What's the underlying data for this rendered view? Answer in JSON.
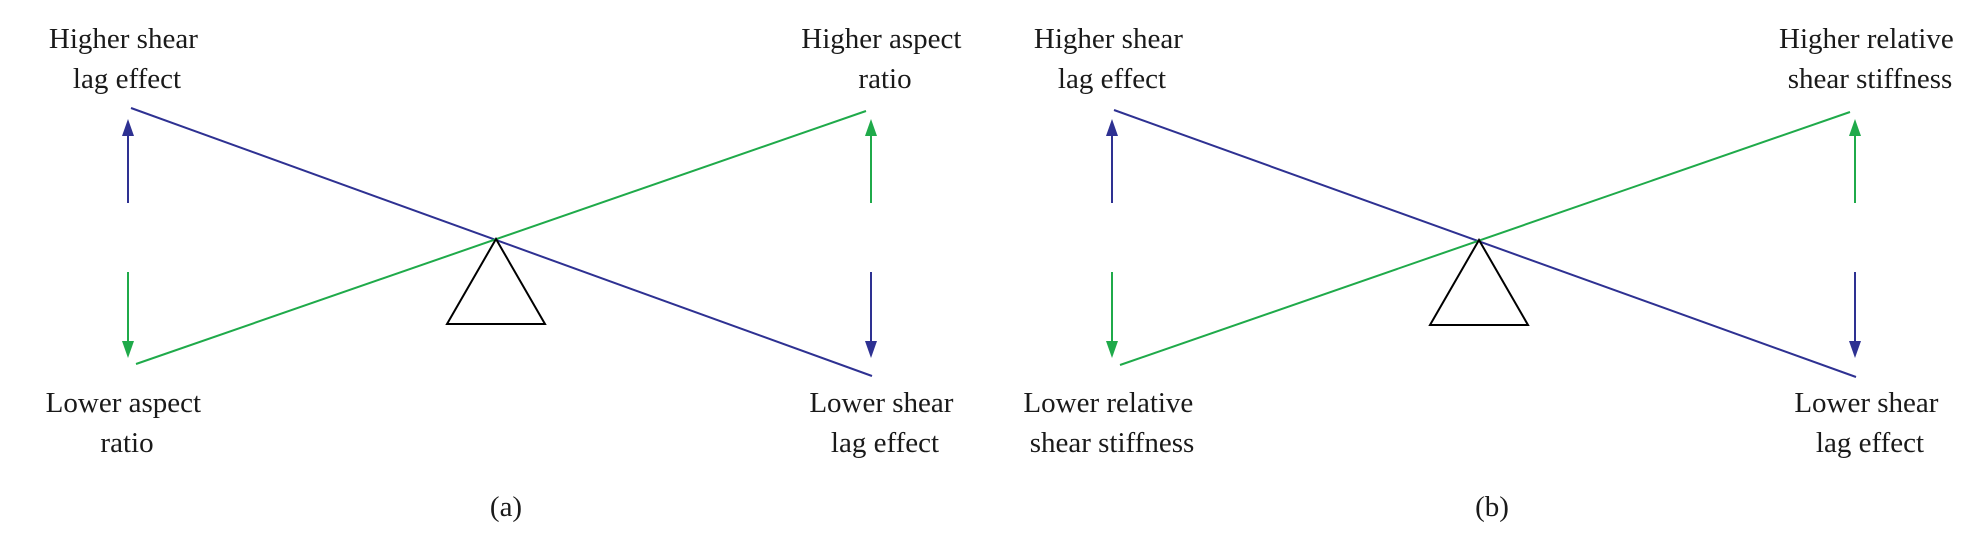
{
  "colors": {
    "blue": "#2e3192",
    "green": "#1faa4a",
    "black": "#000000"
  },
  "panels": [
    {
      "caption": "(a)",
      "top_left": [
        "Higher shear",
        "lag effect"
      ],
      "top_right": [
        "Higher aspect",
        "ratio"
      ],
      "bottom_left": [
        "Lower aspect",
        "ratio"
      ],
      "bottom_right": [
        "Lower shear",
        "lag effect"
      ]
    },
    {
      "caption": "(b)",
      "top_left": [
        "Higher shear",
        "lag effect"
      ],
      "top_right": [
        "Higher relative",
        "shear stiffness"
      ],
      "bottom_left": [
        "Lower relative",
        "shear stiffness"
      ],
      "bottom_right": [
        "Lower shear",
        "lag effect"
      ]
    }
  ]
}
